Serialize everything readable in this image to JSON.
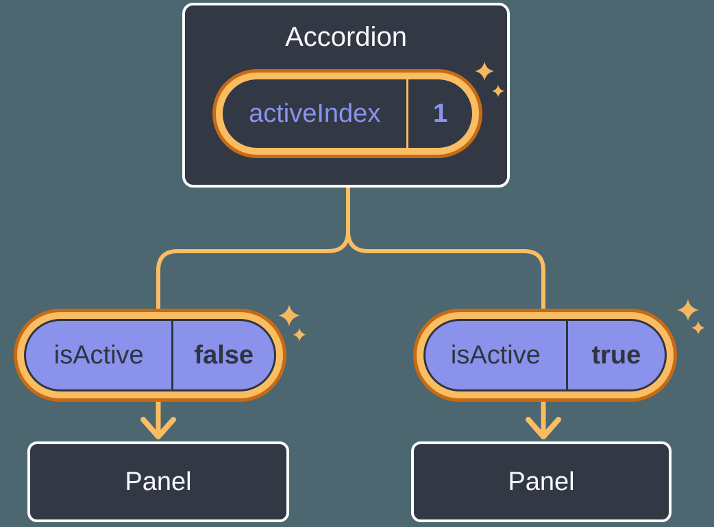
{
  "diagram": {
    "root": {
      "title": "Accordion",
      "state": {
        "label": "activeIndex",
        "value": "1"
      }
    },
    "children": [
      {
        "prop": {
          "label": "isActive",
          "value": "false"
        },
        "panel": {
          "title": "Panel"
        }
      },
      {
        "prop": {
          "label": "isActive",
          "value": "true"
        },
        "panel": {
          "title": "Panel"
        }
      }
    ]
  },
  "icons": {
    "sparkle": "four-point-sparkle",
    "arrow": "arrow-down"
  },
  "colors": {
    "background": "#4C6770",
    "node_fill": "#333845",
    "node_border": "#FFFFFF",
    "accent_orange_dark": "#C76A15",
    "accent_orange_light": "#FABD62",
    "prop_purple_fill": "#8A92EC",
    "state_purple_text": "#8A93EE",
    "dark_text": "#2F3540",
    "light_text": "#F6F7F9"
  }
}
